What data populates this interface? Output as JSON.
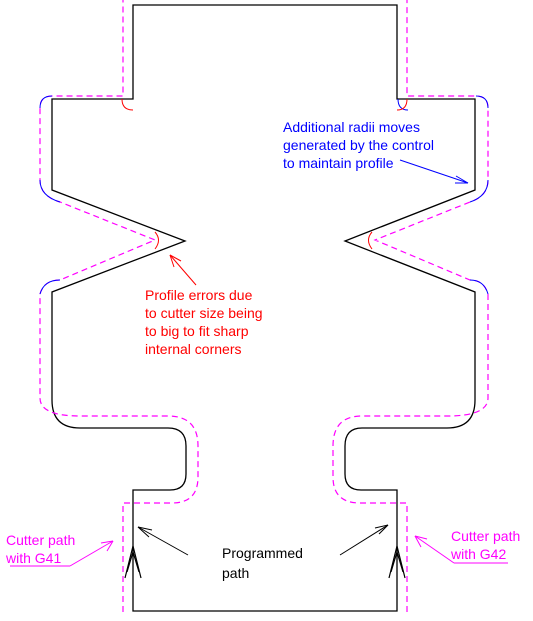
{
  "labels": {
    "additional_radii": [
      "Additional radii moves",
      "generated by the control",
      "to maintain profile"
    ],
    "profile_errors": [
      "Profile errors due",
      "to cutter size being",
      "to big to fit sharp",
      "internal corners"
    ],
    "programmed_path": [
      "Programmed",
      "path"
    ],
    "cutter_g41": [
      "Cutter path",
      "with G41"
    ],
    "cutter_g42": [
      "Cutter path",
      "with G42"
    ]
  },
  "colors": {
    "programmed_path": "#000000",
    "cutter_path": "#ff00ff",
    "radii_annotation": "#0000ff",
    "error_annotation": "#ff0000"
  }
}
